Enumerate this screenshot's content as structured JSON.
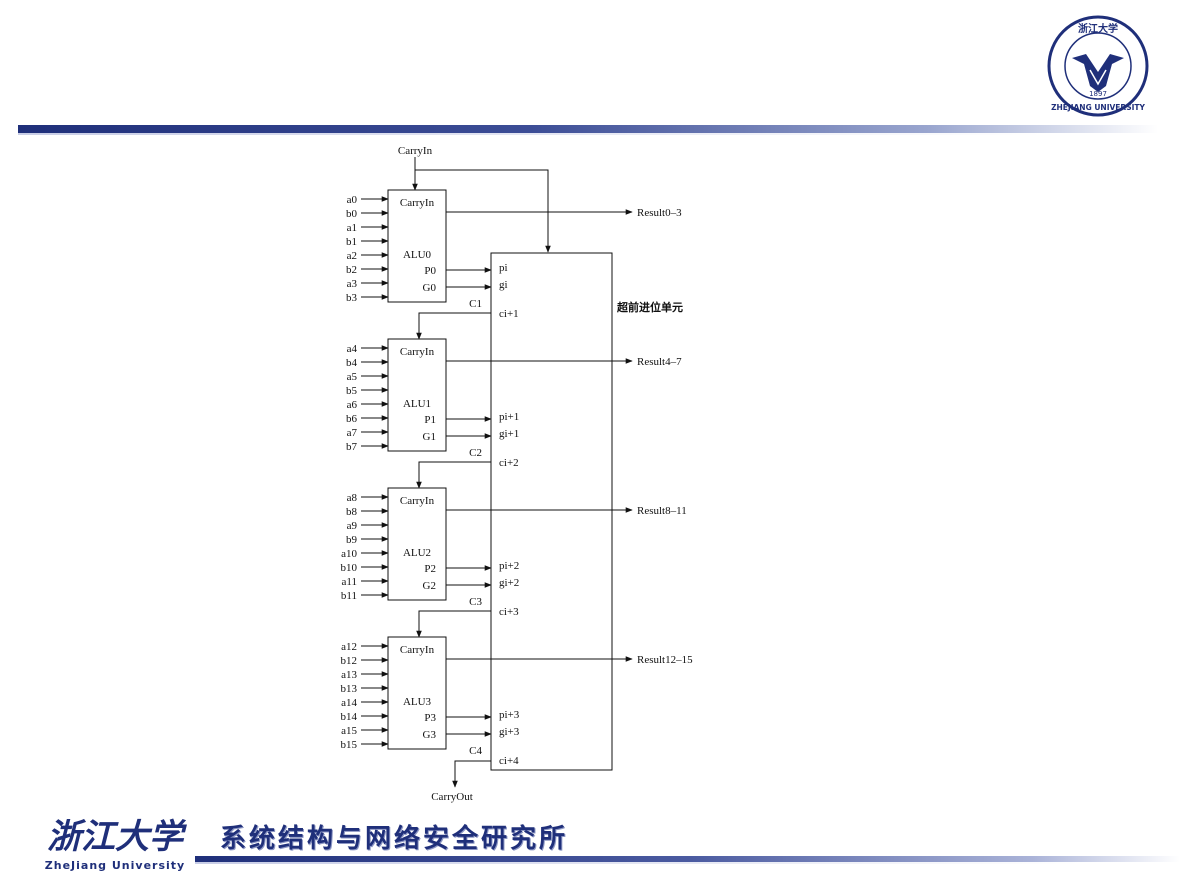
{
  "slide": {
    "footer_title": "系统结构与网络安全研究所",
    "footer_logo_text": "浙江大学",
    "footer_logo_en": "ZheJiang University",
    "seal_top_text": "浙江大学",
    "seal_year": "1897",
    "seal_bottom_text": "ZHEJIANG UNIVERSITY"
  },
  "diagram": {
    "carry_in": "CarryIn",
    "carry_out": "CarryOut",
    "lookahead_label": "超前进位单元",
    "alus": [
      {
        "name": "ALU0",
        "carry_in": "CarryIn",
        "p": "P0",
        "g": "G0",
        "inputs": [
          "a0",
          "b0",
          "a1",
          "b1",
          "a2",
          "b2",
          "a3",
          "b3"
        ],
        "result": "Result0–3",
        "pi": "pi",
        "gi": "gi",
        "c_out": "C1",
        "ci": "ci+1"
      },
      {
        "name": "ALU1",
        "carry_in": "CarryIn",
        "p": "P1",
        "g": "G1",
        "inputs": [
          "a4",
          "b4",
          "a5",
          "b5",
          "a6",
          "b6",
          "a7",
          "b7"
        ],
        "result": "Result4–7",
        "pi": "pi+1",
        "gi": "gi+1",
        "c_out": "C2",
        "ci": "ci+2"
      },
      {
        "name": "ALU2",
        "carry_in": "CarryIn",
        "p": "P2",
        "g": "G2",
        "inputs": [
          "a8",
          "b8",
          "a9",
          "b9",
          "a10",
          "b10",
          "a11",
          "b11"
        ],
        "result": "Result8–11",
        "pi": "pi+2",
        "gi": "gi+2",
        "c_out": "C3",
        "ci": "ci+3"
      },
      {
        "name": "ALU3",
        "carry_in": "CarryIn",
        "p": "P3",
        "g": "G3",
        "inputs": [
          "a12",
          "b12",
          "a13",
          "b13",
          "a14",
          "b14",
          "a15",
          "b15"
        ],
        "result": "Result12–15",
        "pi": "pi+3",
        "gi": "gi+3",
        "c_out": "C4",
        "ci": "ci+4"
      }
    ]
  },
  "colors": {
    "brand_blue": "#1f2f7a",
    "line": "#111111"
  }
}
